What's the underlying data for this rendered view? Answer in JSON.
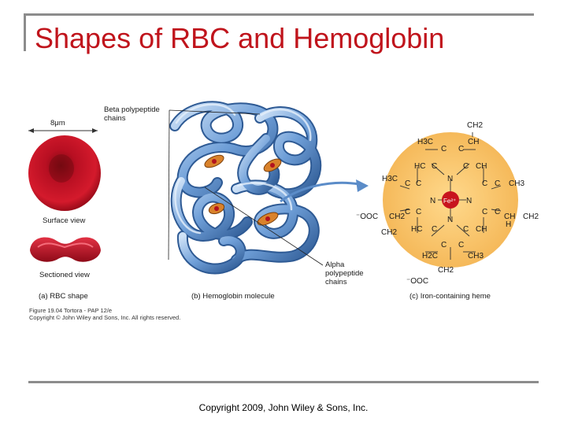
{
  "slide": {
    "title": "Shapes of RBC and Hemoglobin",
    "copyright": "Copyright 2009, John Wiley & Sons, Inc."
  },
  "figure": {
    "rbc": {
      "dimension": "8μm",
      "surface_view": "Surface view",
      "sectioned_view": "Sectioned view",
      "caption": "(a) RBC shape"
    },
    "hemoglobin": {
      "beta_label": [
        "Beta polypeptide",
        "chains"
      ],
      "alpha_label": [
        "Alpha",
        "polypeptide",
        "chains"
      ],
      "caption": "(b) Hemoglobin molecule"
    },
    "heme": {
      "caption": "(c) Iron-containing heme",
      "iron": "Fe²⁺",
      "atoms": {
        "top_ch2": "CH2",
        "top_ch": "CH",
        "h3c_top": "H3C",
        "c": "C",
        "n": "N",
        "hc": "HC",
        "ch": "CH",
        "ch3": "CH3",
        "h3c_left": "H3C",
        "ooc_left": "⁻OOC",
        "ch2_left": "CH2",
        "right_ch": "CH",
        "right_ch2": "CH2",
        "right_h": "H",
        "h2c": "H2C",
        "ooc_bottom": "⁻OOC",
        "bottom_ch2": "CH2"
      }
    },
    "credit": [
      "Figure 19.04  Tortora - PAP 12/e",
      "Copyright © John Wiley and Sons, Inc. All rights reserved."
    ]
  },
  "colors": {
    "title": "#c0141c",
    "rule": "#8c8c8c",
    "rbc_red": "#c8102e",
    "protein_blue": "#6f9fd8",
    "heme_disc": "#f7c46c"
  }
}
